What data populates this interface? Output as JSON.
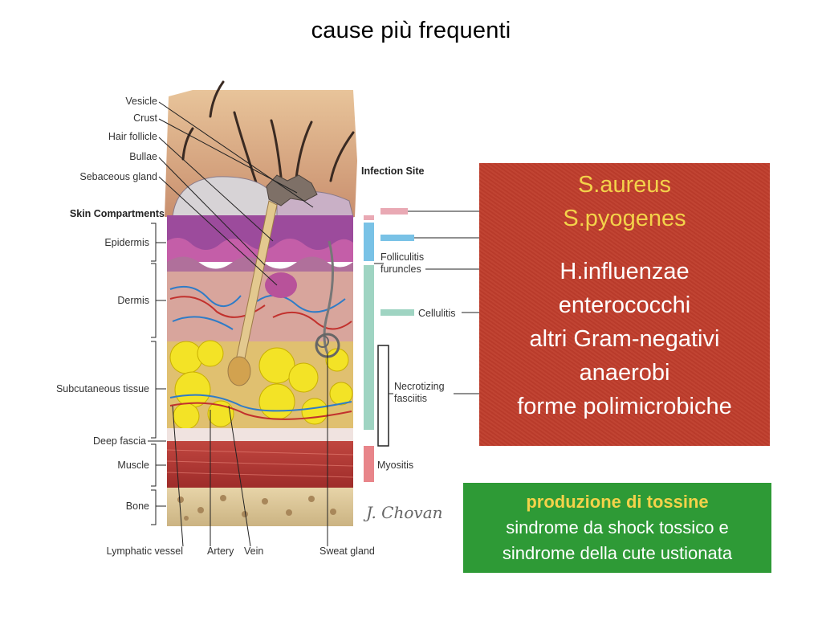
{
  "title": "cause più frequenti",
  "illustration": {
    "left_labels": [
      "Vesicle",
      "Crust",
      "Hair follicle",
      "Bullae",
      "Sebaceous gland"
    ],
    "compartments_heading": "Skin Compartments",
    "compartments": [
      "Epidermis",
      "Dermis",
      "Subcutaneous tissue",
      "Deep fascia",
      "Muscle",
      "Bone"
    ],
    "bottom_labels": [
      "Lymphatic vessel",
      "Artery",
      "Vein",
      "Sweat gland"
    ],
    "infection_site_heading": "Infection Site",
    "infection_sites": {
      "folliculitis_1": "Folliculitis",
      "folliculitis_2": "furuncles",
      "cellulitis": "Cellulitis",
      "necrotizing_1": "Necrotizing",
      "necrotizing_2": "fasciitis",
      "myositis": "Myositis"
    },
    "signature": "J. Chovan"
  },
  "causes_box": {
    "primary": [
      "S.aureus",
      "S.pyogenes"
    ],
    "secondary": [
      "H.influenzae",
      "enterococchi",
      "altri Gram-negativi",
      "anaerobi",
      "forme polimicrobiche"
    ]
  },
  "toxins_box": {
    "heading": "produzione di tossine",
    "lines": [
      "sindrome da shock tossico e",
      "sindrome della cute ustionata"
    ]
  },
  "colors": {
    "causes_bg": "#bf3d2c",
    "causes_primary_text": "#f3d24a",
    "toxins_bg": "#2e9a36",
    "toxins_heading": "#f3d24a"
  }
}
